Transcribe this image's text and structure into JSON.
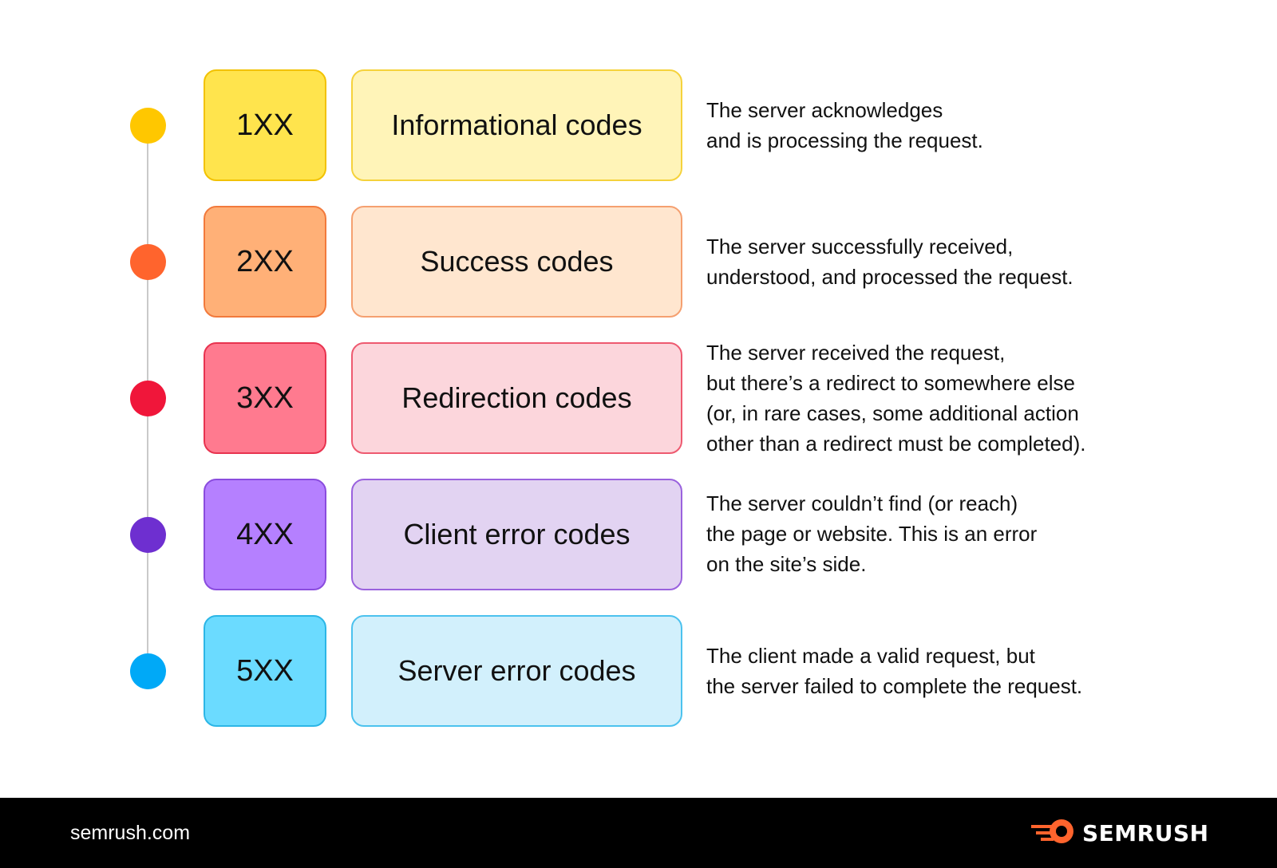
{
  "rows": [
    {
      "code": "1XX",
      "name": "Informational codes",
      "description": [
        "The server acknowledges",
        "and is processing the request."
      ],
      "dot_color": "#FFC700",
      "code_fill": "#FFE44D",
      "code_border": "#F2C200",
      "name_fill": "#FFF4B8",
      "name_border": "#F5D23C"
    },
    {
      "code": "2XX",
      "name": "Success codes",
      "description": [
        "The server successfully received,",
        "understood, and processed the request."
      ],
      "dot_color": "#FF642D",
      "code_fill": "#FFB077",
      "code_border": "#F27A3C",
      "name_fill": "#FFE6CF",
      "name_border": "#F5A070"
    },
    {
      "code": "3XX",
      "name": "Redirection codes",
      "description": [
        "The server received the request,",
        "but there’s a redirect to somewhere else",
        "(or, in rare cases, some additional action",
        "other than a redirect must be completed)."
      ],
      "dot_color": "#F0163A",
      "code_fill": "#FF7A8F",
      "code_border": "#E8334F",
      "name_fill": "#FCD6DC",
      "name_border": "#EE5A70"
    },
    {
      "code": "4XX",
      "name": "Client error codes",
      "description": [
        "The server couldn’t find (or reach)",
        "the page or website. This is an error",
        "on the site’s side."
      ],
      "dot_color": "#6E2FD0",
      "code_fill": "#B580FF",
      "code_border": "#8A4CDE",
      "name_fill": "#E2D3F2",
      "name_border": "#9A62DE"
    },
    {
      "code": "5XX",
      "name": "Server error codes",
      "description": [
        "The client made a valid request, but",
        "the server failed to complete the request."
      ],
      "dot_color": "#00A9F7",
      "code_fill": "#6BDBFF",
      "code_border": "#2CB6E6",
      "name_fill": "#D2F0FC",
      "name_border": "#4CC2EE"
    }
  ],
  "footer": {
    "site": "semrush.com",
    "brand": "SEMRUSH",
    "brand_icon": "semrush-fireball-icon",
    "brand_icon_color": "#FF642D"
  }
}
